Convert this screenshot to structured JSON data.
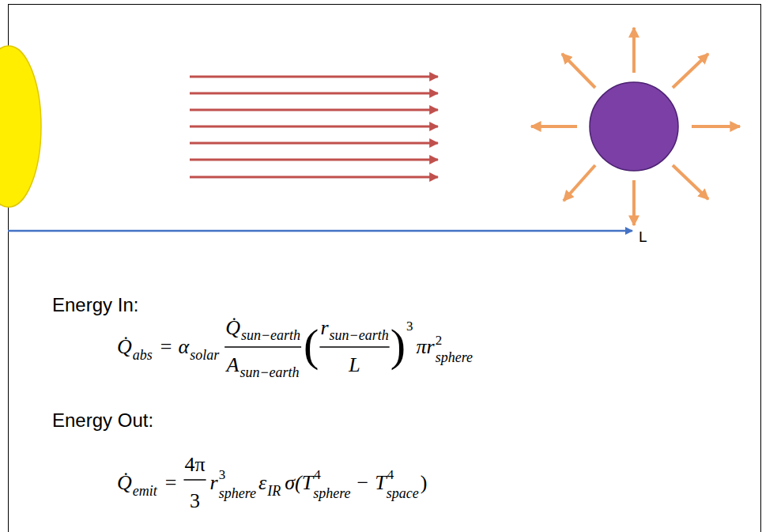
{
  "diagram": {
    "labels": [
      "L",
      "Energy In:",
      "Q̇",
      "abs",
      "=",
      "α",
      "solar",
      "Q̇",
      "sun−earth",
      "A",
      "sun−earth",
      "(",
      "r",
      "sun−earth",
      "L",
      ")",
      "3",
      "πr",
      "2",
      "sphere",
      "Energy Out:",
      "Q̇",
      "emit",
      "=",
      "4π",
      "3",
      "r",
      "3",
      "sphere",
      "ε",
      "IR",
      "σ(T",
      "4",
      "sphere",
      "−",
      "T",
      "4",
      "space",
      ")"
    ]
  }
}
